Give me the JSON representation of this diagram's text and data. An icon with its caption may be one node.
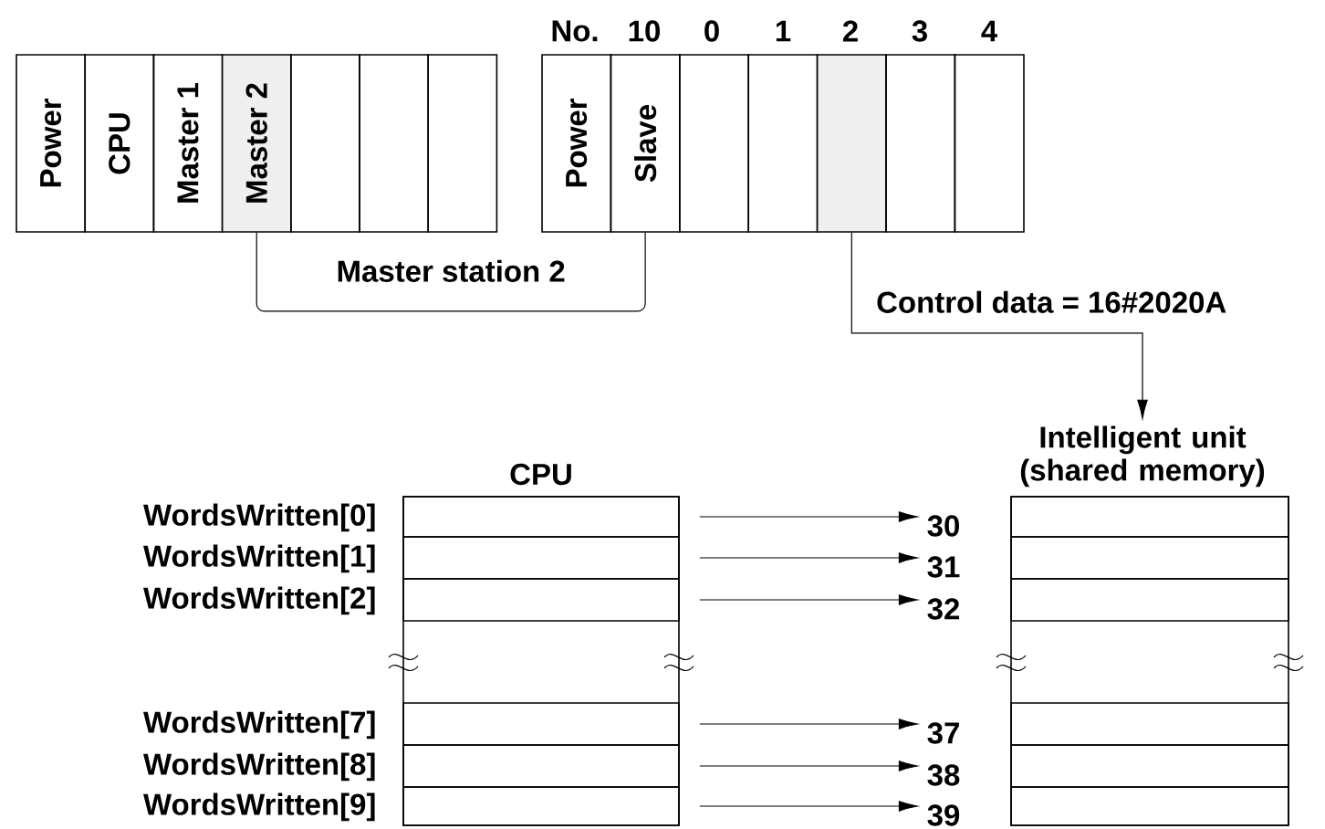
{
  "diagram": {
    "nodes": [
      {
        "text": [
          "Power"
        ]
      },
      {
        "text": [
          "CPU"
        ]
      },
      {
        "text": [
          "Master 1"
        ]
      },
      {
        "text": [
          "Master 2"
        ]
      },
      {
        "text": [],
        "shape": "box"
      },
      {
        "text": [],
        "shape": "box"
      },
      {
        "text": [],
        "shape": "box"
      },
      {
        "text": [
          "Power"
        ]
      },
      {
        "text": [
          "Slave"
        ]
      },
      {
        "text": [],
        "shape": "box"
      },
      {
        "text": [],
        "shape": "box"
      },
      {
        "text": [],
        "shape": "box"
      },
      {
        "text": [],
        "shape": "box"
      },
      {
        "text": [],
        "shape": "box"
      },
      {
        "text": [
          "CPU"
        ]
      },
      {
        "text": [],
        "shape": "box",
        "in": 14,
        "beside": [
          "WordsWritten[0]"
        ]
      },
      {
        "text": [],
        "shape": "box",
        "in": 14,
        "beside": [
          "WordsWritten[1]"
        ]
      },
      {
        "text": [],
        "shape": "box",
        "in": 14,
        "beside": [
          "WordsWritten[2]"
        ]
      },
      {
        "text": [],
        "shape": "box",
        "in": 14,
        "beside": [
          "WordsWritten[7]"
        ]
      },
      {
        "text": [],
        "shape": "box",
        "in": 14,
        "beside": [
          "WordsWritten[8]"
        ]
      },
      {
        "text": [],
        "shape": "box",
        "in": 14,
        "beside": [
          "WordsWritten[9]"
        ]
      },
      {
        "text": [
          "Intelligent unit (shared memory)"
        ]
      },
      {
        "text": [],
        "shape": "box",
        "in": 21
      },
      {
        "text": [],
        "shape": "box",
        "in": 21
      },
      {
        "text": [],
        "shape": "box",
        "in": 21
      },
      {
        "text": [],
        "shape": "box",
        "in": 21
      },
      {
        "text": [],
        "shape": "box",
        "in": 21
      },
      {
        "text": [],
        "shape": "box",
        "in": 21
      },
      {
        "text": [
          "30"
        ]
      },
      {
        "text": [
          "31"
        ]
      },
      {
        "text": [
          "32"
        ]
      },
      {
        "text": [
          "37"
        ]
      },
      {
        "text": [
          "38"
        ]
      },
      {
        "text": [
          "39"
        ]
      }
    ],
    "edges": [
      {
        "from": 3,
        "to": 8,
        "arrow": "none",
        "label": "Master station 2"
      },
      {
        "from": 11,
        "to": 21,
        "arrow": "to",
        "label": "Control data = 16#2020A"
      },
      {
        "from": 15,
        "to": 28,
        "arrow": "to"
      },
      {
        "from": 16,
        "to": 29,
        "arrow": "to"
      },
      {
        "from": 17,
        "to": 30,
        "arrow": "to"
      },
      {
        "from": 18,
        "to": 31,
        "arrow": "to"
      },
      {
        "from": 19,
        "to": 32,
        "arrow": "to"
      },
      {
        "from": 20,
        "to": 33,
        "arrow": "to"
      }
    ],
    "labels": [
      "No.",
      "10",
      "0",
      "1",
      "2",
      "3",
      "4"
    ]
  }
}
